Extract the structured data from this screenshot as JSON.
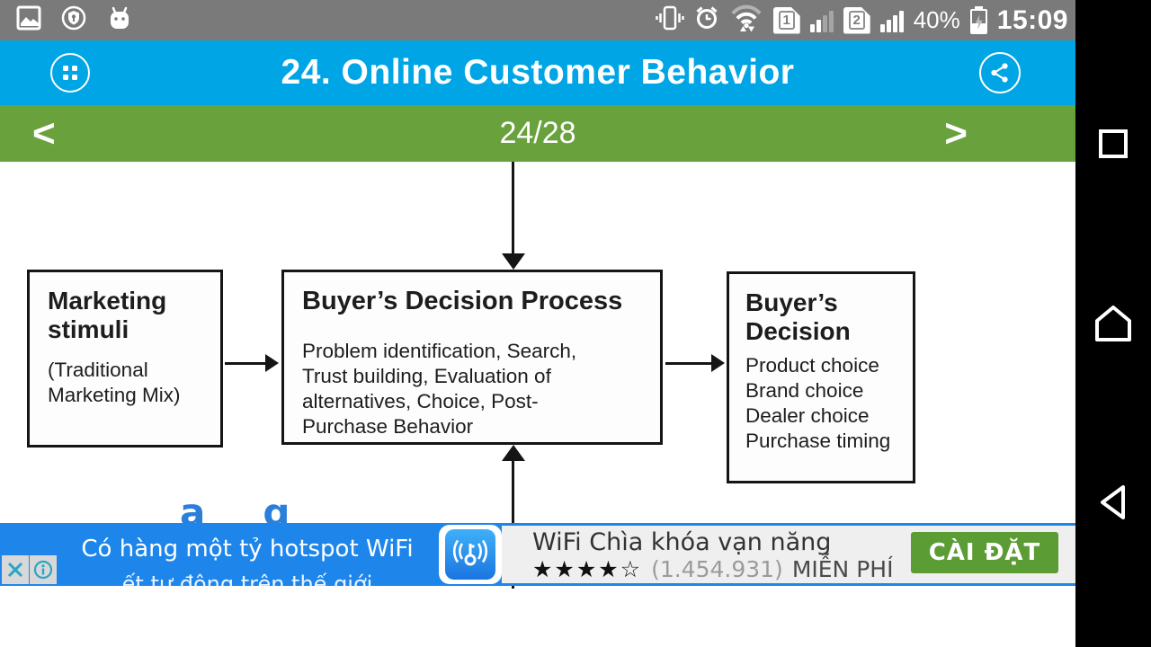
{
  "status_bar": {
    "time": "15:09",
    "battery_percent": "40%",
    "sim1": "1",
    "sim2": "2"
  },
  "header": {
    "title": "24. Online Customer Behavior"
  },
  "pager": {
    "prev": "<",
    "label": "24/28",
    "next": ">"
  },
  "diagram": {
    "box1": {
      "title": "Marketing stimuli",
      "subtitle": "(Traditional Marketing Mix)"
    },
    "box2": {
      "title": "Buyer’s  Decision Process",
      "body": "Problem identification, Search, Trust building, Evaluation of alternatives, Choice, Post-Purchase Behavior"
    },
    "box3": {
      "title": "Buyer’s Decision",
      "lines": [
        "Product choice",
        "Brand choice",
        "Dealer choice",
        "Purchase timing"
      ]
    },
    "obscured_fragments": {
      "a": "ạ",
      "g": "g"
    }
  },
  "ad": {
    "headline": "Có hàng một tỷ hotspot WiFi",
    "subline_partial": "ết tự động trên thế giới",
    "app_name": "WiFi Chìa khóa vạn năng",
    "stars": "★★★★☆",
    "rating_count": "(1.454.931)",
    "price": "MIỄN PHÍ",
    "install_label": "CÀI ĐẶT"
  },
  "colors": {
    "header_blue": "#00a5e5",
    "pager_green": "#69a13d",
    "ad_blue": "#1e86ea",
    "install_green": "#5c9c34",
    "status_gray": "#7a7a7a"
  }
}
